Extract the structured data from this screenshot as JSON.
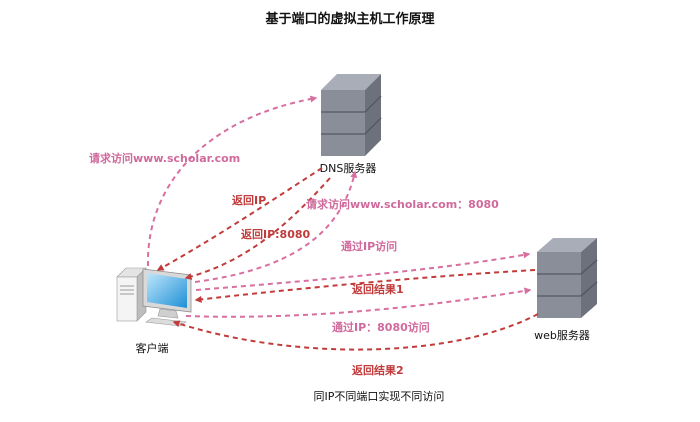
{
  "title": "基于端口的虚拟主机工作原理",
  "colors": {
    "pink_arrow": "#d86f9f",
    "red_arrow": "#c23b3b",
    "server_body": "#8a8e99",
    "server_dark": "#6d717c",
    "server_light": "#a9adb7"
  },
  "nodes": {
    "dns": "DNS服务器",
    "client": "客户端",
    "web": "web服务器"
  },
  "icons": {
    "dns": "server-tower-icon",
    "web": "server-tower-icon",
    "client": "desktop-computer-icon"
  },
  "arrows": {
    "req_dns": "请求访问www.scholar.com",
    "ret_ip": "返回IP",
    "ret_ip_port": "返回IP:8080",
    "req_dns_port": "请求访问www.scholar.com：8080",
    "via_ip": "通过IP访问",
    "ret_result1": "返回结果1",
    "via_ip_port": "通过IP：8080访问",
    "ret_result2": "返回结果2"
  },
  "footer": "同IP不同端口实现不同访问"
}
